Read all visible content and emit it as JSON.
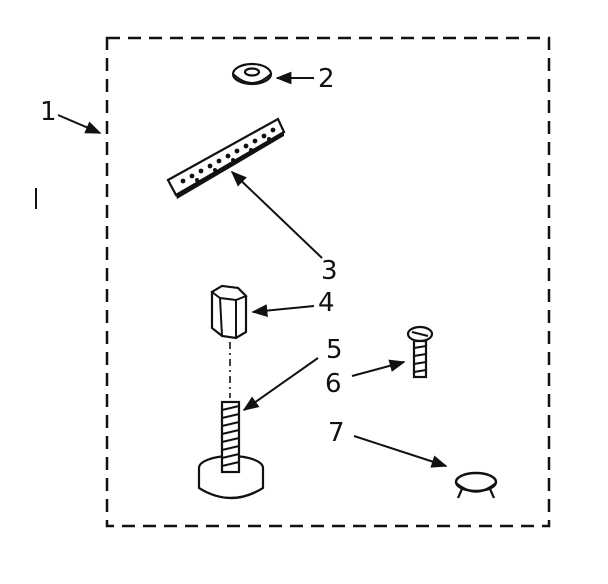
{
  "diagram": {
    "kit_callout": "1",
    "parts": [
      {
        "callout": "2",
        "icon": "washer-icon"
      },
      {
        "callout": "3",
        "icon": "perforated-strap-icon"
      },
      {
        "callout": "4",
        "icon": "hex-coupling-nut-icon"
      },
      {
        "callout": "5",
        "icon": "leveling-foot-bolt-icon"
      },
      {
        "callout": "6",
        "icon": "screw-icon"
      },
      {
        "callout": "7",
        "icon": "clip-ring-icon"
      }
    ]
  }
}
